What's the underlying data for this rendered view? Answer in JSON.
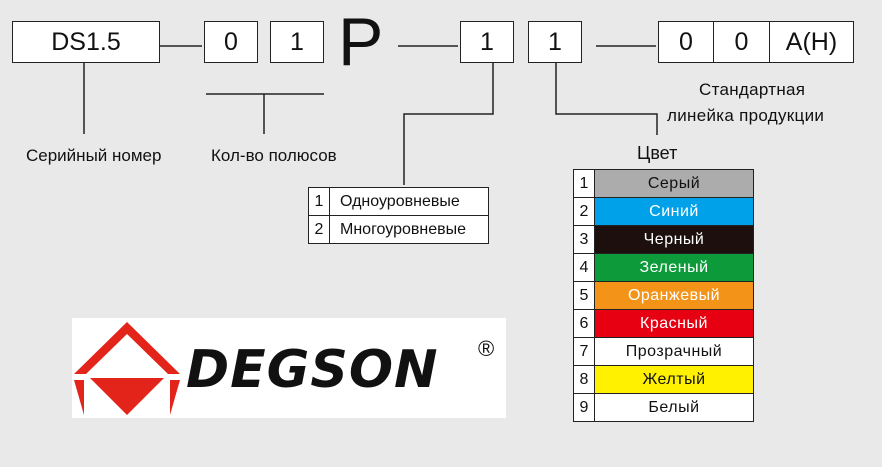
{
  "code": {
    "series": "DS1.5",
    "poles_1": "0",
    "poles_2": "1",
    "type_letter": "P",
    "level": "1",
    "color": "1",
    "suffix_1": "0",
    "suffix_2": "0",
    "suffix_3": "A(H)"
  },
  "labels": {
    "serial_number": "Серийный номер",
    "pole_count": "Кол-во полюсов",
    "standard_line_1": "Стандартная",
    "standard_line_2": "линейка продукции",
    "color": "Цвет"
  },
  "level_options": [
    {
      "num": "1",
      "name": "Одноуровневые"
    },
    {
      "num": "2",
      "name": "Многоуровневые"
    }
  ],
  "color_options": [
    {
      "num": "1",
      "name": "Серый",
      "bg": "#acacac",
      "fg": "#111111"
    },
    {
      "num": "2",
      "name": "Синий",
      "bg": "#00a1e9",
      "fg": "#ffffff"
    },
    {
      "num": "3",
      "name": "Черный",
      "bg": "#1c0f0d",
      "fg": "#ffffff"
    },
    {
      "num": "4",
      "name": "Зеленый",
      "bg": "#0c9a3a",
      "fg": "#ffffff"
    },
    {
      "num": "5",
      "name": "Оранжевый",
      "bg": "#f39419",
      "fg": "#ffffff"
    },
    {
      "num": "6",
      "name": "Красный",
      "bg": "#e60012",
      "fg": "#ffffff"
    },
    {
      "num": "7",
      "name": "Прозрачный",
      "bg": "#ffffff",
      "fg": "#111111"
    },
    {
      "num": "8",
      "name": "Желтый",
      "bg": "#fff100",
      "fg": "#111111"
    },
    {
      "num": "9",
      "name": "Белый",
      "bg": "#ffffff",
      "fg": "#111111"
    }
  ],
  "logo": {
    "brand": "DEGSON",
    "mark": "®",
    "brand_color": "#e3241b",
    "text_color": "#111111"
  }
}
